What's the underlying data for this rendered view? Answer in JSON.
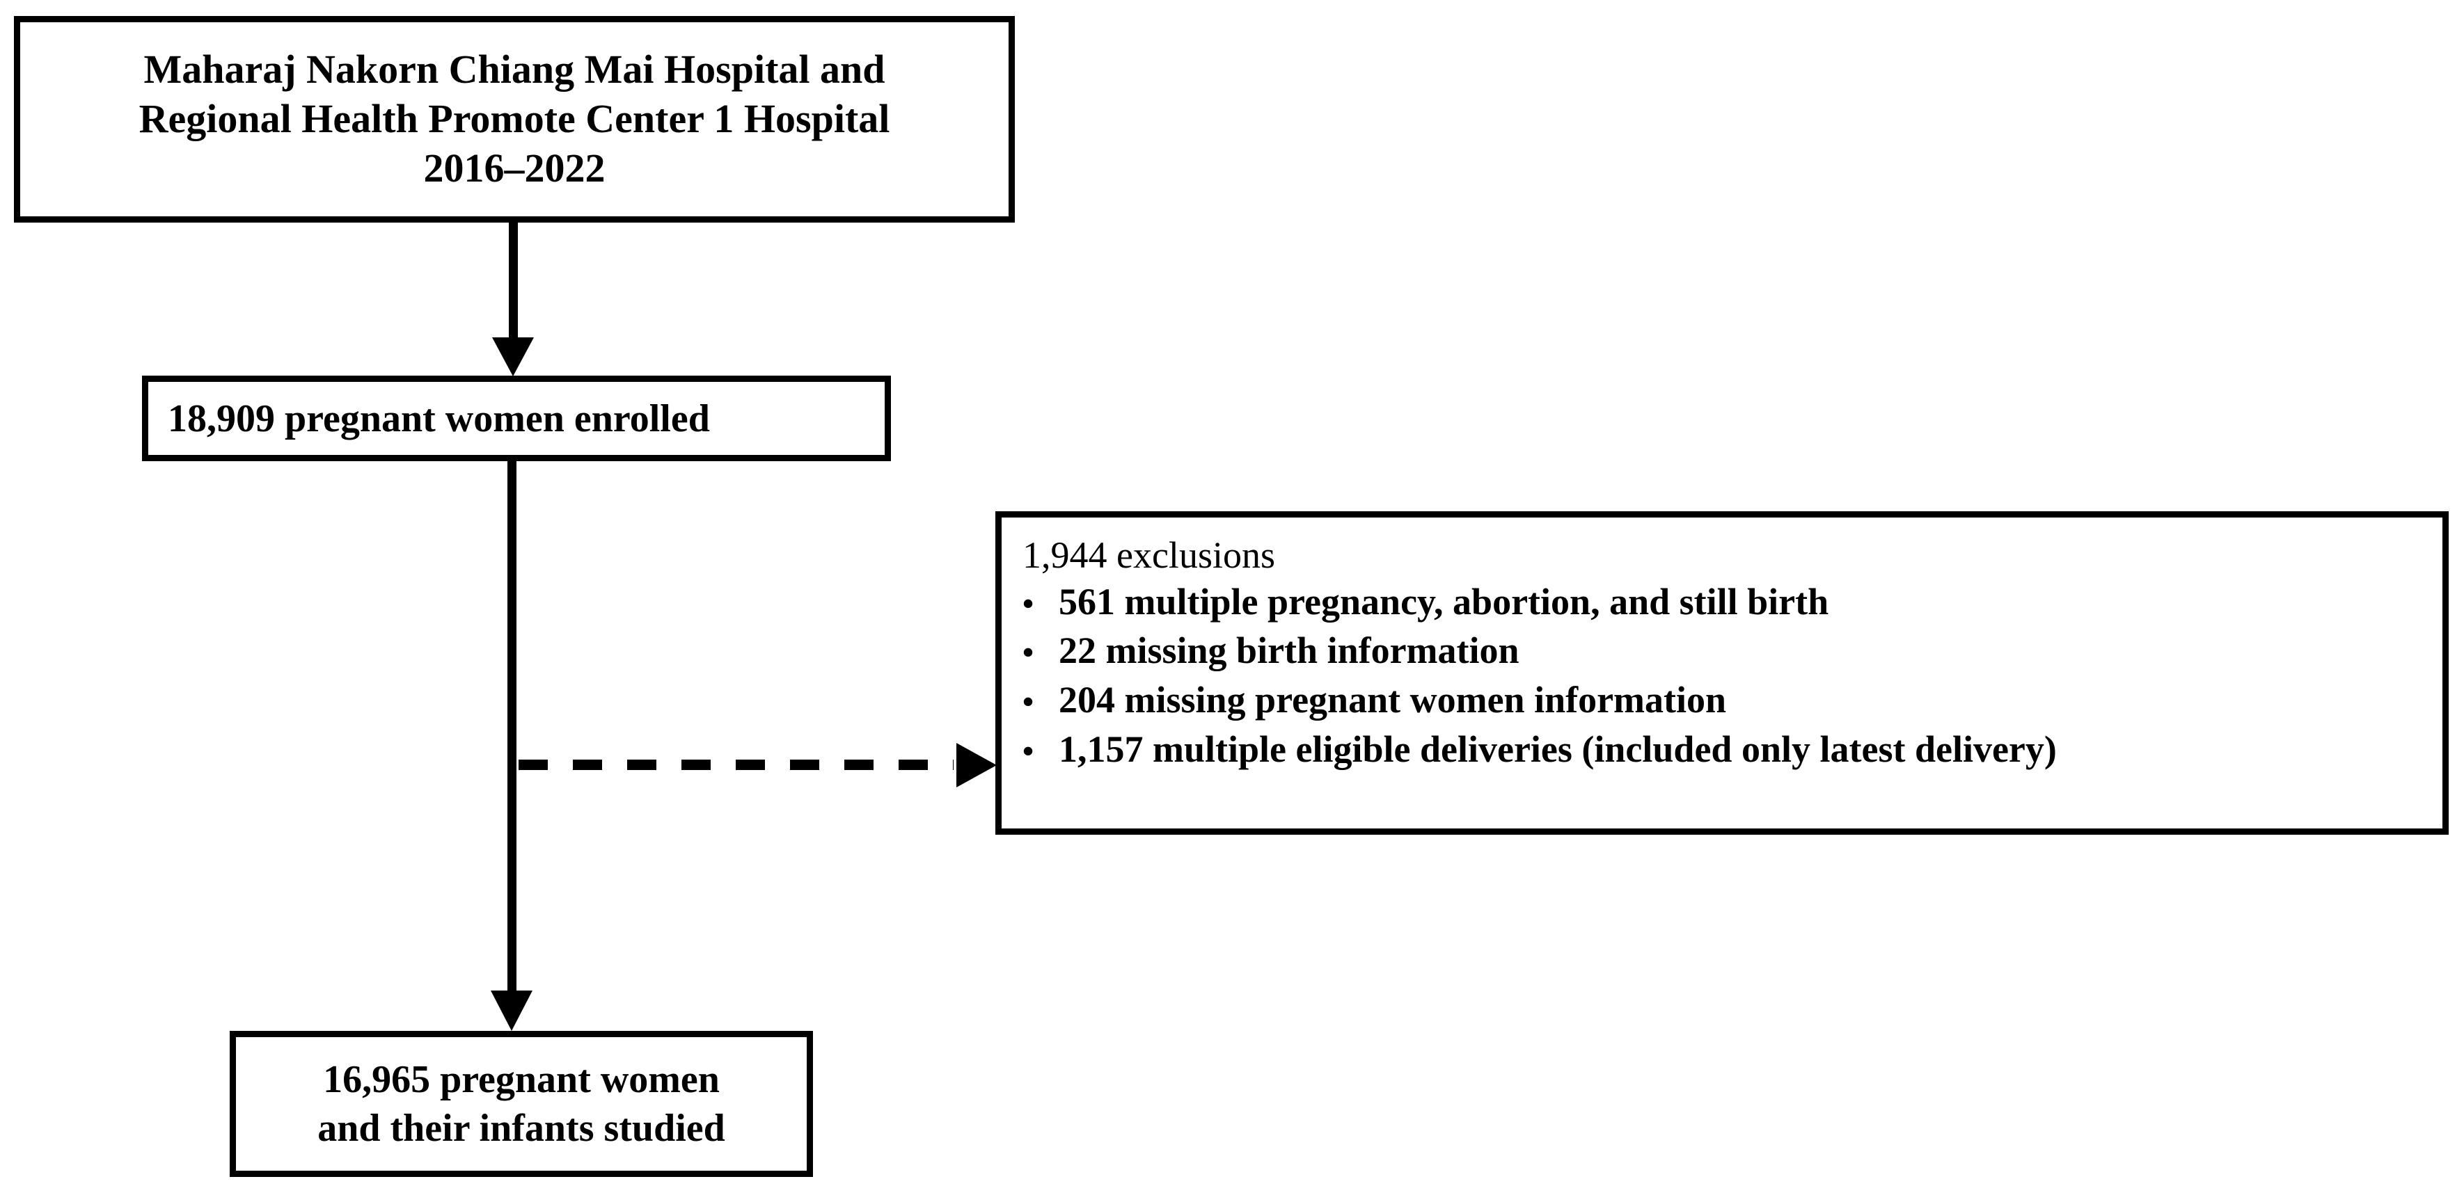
{
  "figure": {
    "type": "flowchart",
    "orientation": "vertical-with-side-exclusion"
  },
  "nodes": {
    "source": {
      "name": "study-setting-box",
      "lines": [
        "Maharaj Nakorn Chiang Mai Hospital and",
        "Regional Health Promote Center 1 Hospital",
        "2016–2022"
      ]
    },
    "enrolled": {
      "name": "enrolled-box",
      "count": "18,909",
      "lines": [
        "18,909 pregnant women enrolled"
      ]
    },
    "exclusions": {
      "name": "exclusions-box",
      "title": "1,944 exclusions",
      "total": "1,944",
      "bullet_glyph": "•",
      "items": [
        {
          "count": "561",
          "label": "561 multiple pregnancy, abortion, and still birth"
        },
        {
          "count": "22",
          "label": "22 missing birth information"
        },
        {
          "count": "204",
          "label": "204 missing pregnant women information"
        },
        {
          "count": "1,157",
          "label": "1,157 multiple eligible deliveries (included only latest delivery)"
        }
      ]
    },
    "studied": {
      "name": "studied-box",
      "count": "16,965",
      "lines": [
        "16,965 pregnant women",
        "and their infants studied"
      ]
    }
  },
  "connectors": [
    {
      "name": "source-to-enrolled",
      "style": "solid",
      "direction": "down",
      "arrow": true
    },
    {
      "name": "enrolled-to-studied",
      "style": "solid",
      "direction": "down",
      "arrow": true
    },
    {
      "name": "enrolled-to-exclusions",
      "style": "dashed",
      "direction": "right",
      "arrow": true
    }
  ],
  "colors": {
    "stroke": "#000000",
    "fill": "#ffffff",
    "text": "#000000"
  }
}
